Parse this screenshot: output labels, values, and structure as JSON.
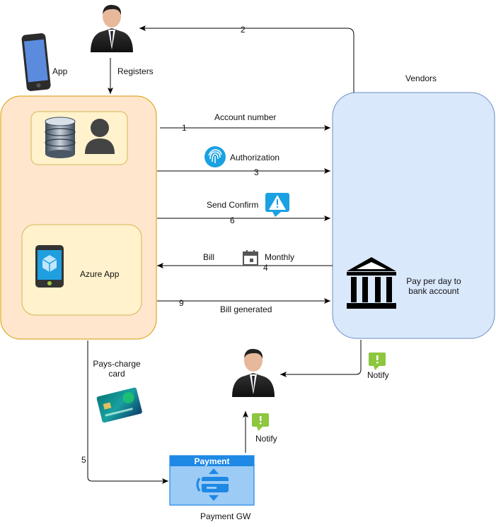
{
  "labels": {
    "app": "App",
    "registers": "Registers",
    "vendors": "Vendors",
    "account_number": "Account number",
    "authorization": "Authorization",
    "send_confirm": "Send Confirm",
    "bill": "Bill",
    "monthly": "Monthly",
    "bill_generated": "Bill generated",
    "azure_app": "Azure App",
    "pay_per_day": "Pay per day to bank account",
    "pays_charge_card": "Pays-charge card",
    "notify_vendor": "Notify",
    "notify_gateway": "Notify",
    "payment_header": "Payment",
    "payment_gw": "Payment GW"
  },
  "steps": {
    "s1": "1",
    "s2": "2",
    "s3": "3",
    "s4": "4",
    "s5": "5",
    "s6": "6",
    "s9": "9"
  },
  "colors": {
    "app_fill": "#ffe6cc",
    "app_stroke": "#d79b00",
    "inner_fill": "#fff2cc",
    "inner_stroke": "#d6b656",
    "vendor_fill": "#dae8fc",
    "vendor_stroke": "#6c8ebf",
    "notify_green": "#8dc63f",
    "fingerprint_blue": "#1ba1e2",
    "payment_blue": "#1e88e5",
    "payment_light": "#9ccbf5"
  },
  "icons": [
    "person-icon",
    "phone-icon",
    "database-icon",
    "user-icon",
    "azure-app-icon",
    "fingerprint-icon",
    "alert-icon",
    "calendar-icon",
    "bank-icon",
    "credit-card-icon",
    "notify-icon",
    "payment-icon"
  ]
}
